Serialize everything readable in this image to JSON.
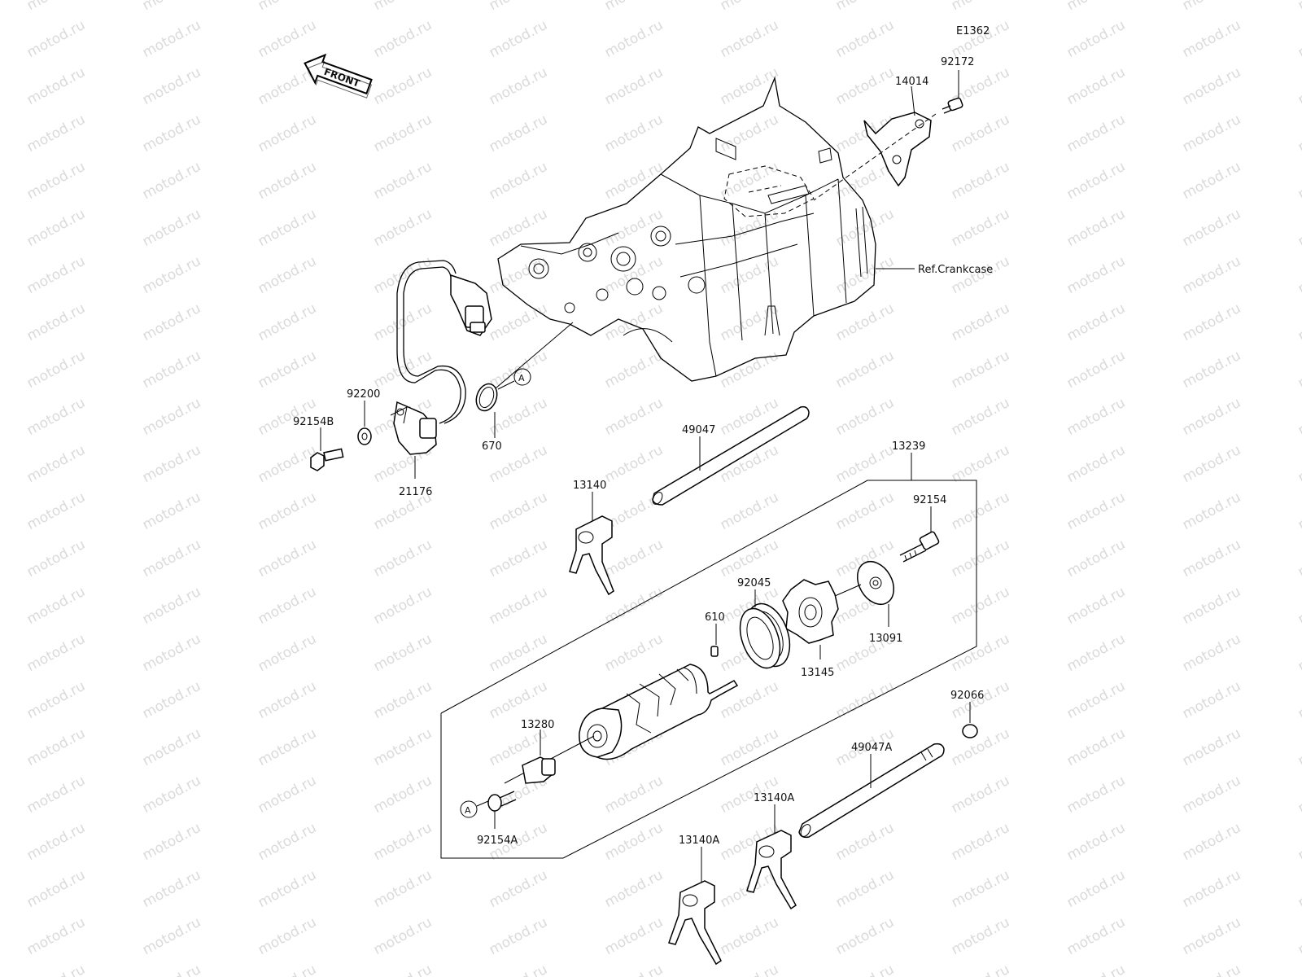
{
  "diagram_code": "E1362",
  "front_label": "FRONT",
  "ref_label": "Ref.Crankcase",
  "circle_ref": "A",
  "watermark": "motod.ru",
  "parts": {
    "p92172": "92172",
    "p14014": "14014",
    "p92200": "92200",
    "p92154B": "92154B",
    "p21176": "21176",
    "p670": "670",
    "p49047": "49047",
    "p13239": "13239",
    "p13140": "13140",
    "p92154": "92154",
    "p92045": "92045",
    "p610": "610",
    "p13091": "13091",
    "p13145": "13145",
    "p13280": "13280",
    "p92154A": "92154A",
    "p92066": "92066",
    "p49047A": "49047A",
    "p13140A_1": "13140A",
    "p13140A_2": "13140A"
  }
}
